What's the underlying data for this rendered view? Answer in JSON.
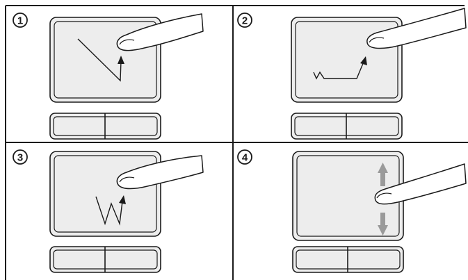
{
  "panels": [
    {
      "number": "1",
      "gesture": "diagonal-down-then-up"
    },
    {
      "number": "2",
      "gesture": "zigzag-right-then-up"
    },
    {
      "number": "3",
      "gesture": "w-shape"
    },
    {
      "number": "4",
      "gesture": "vertical-scroll"
    }
  ],
  "colors": {
    "line": "#1a1a1a",
    "pad": "#ededed",
    "scroll_arrow": "#9a9a9a"
  },
  "icons": [
    "finger-icon",
    "gesture-arrow-icon",
    "scroll-up-arrow-icon",
    "scroll-down-arrow-icon"
  ]
}
